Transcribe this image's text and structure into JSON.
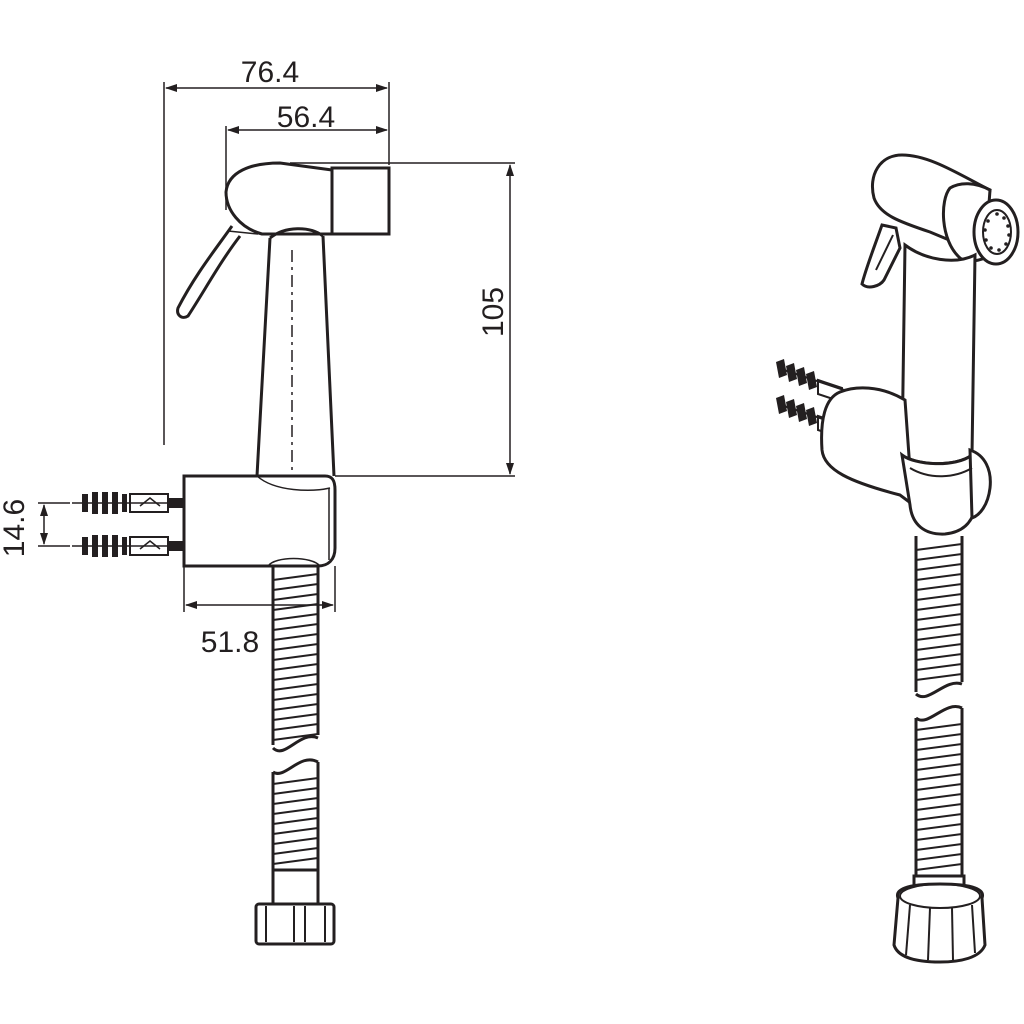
{
  "drawing": {
    "dimensions": {
      "overall_width": "76.4",
      "head_width": "56.4",
      "height": "105",
      "anchor_spacing": "14.6",
      "bracket_width": "51.8"
    }
  },
  "colors": {
    "line": "#231f20",
    "background": "#ffffff"
  }
}
